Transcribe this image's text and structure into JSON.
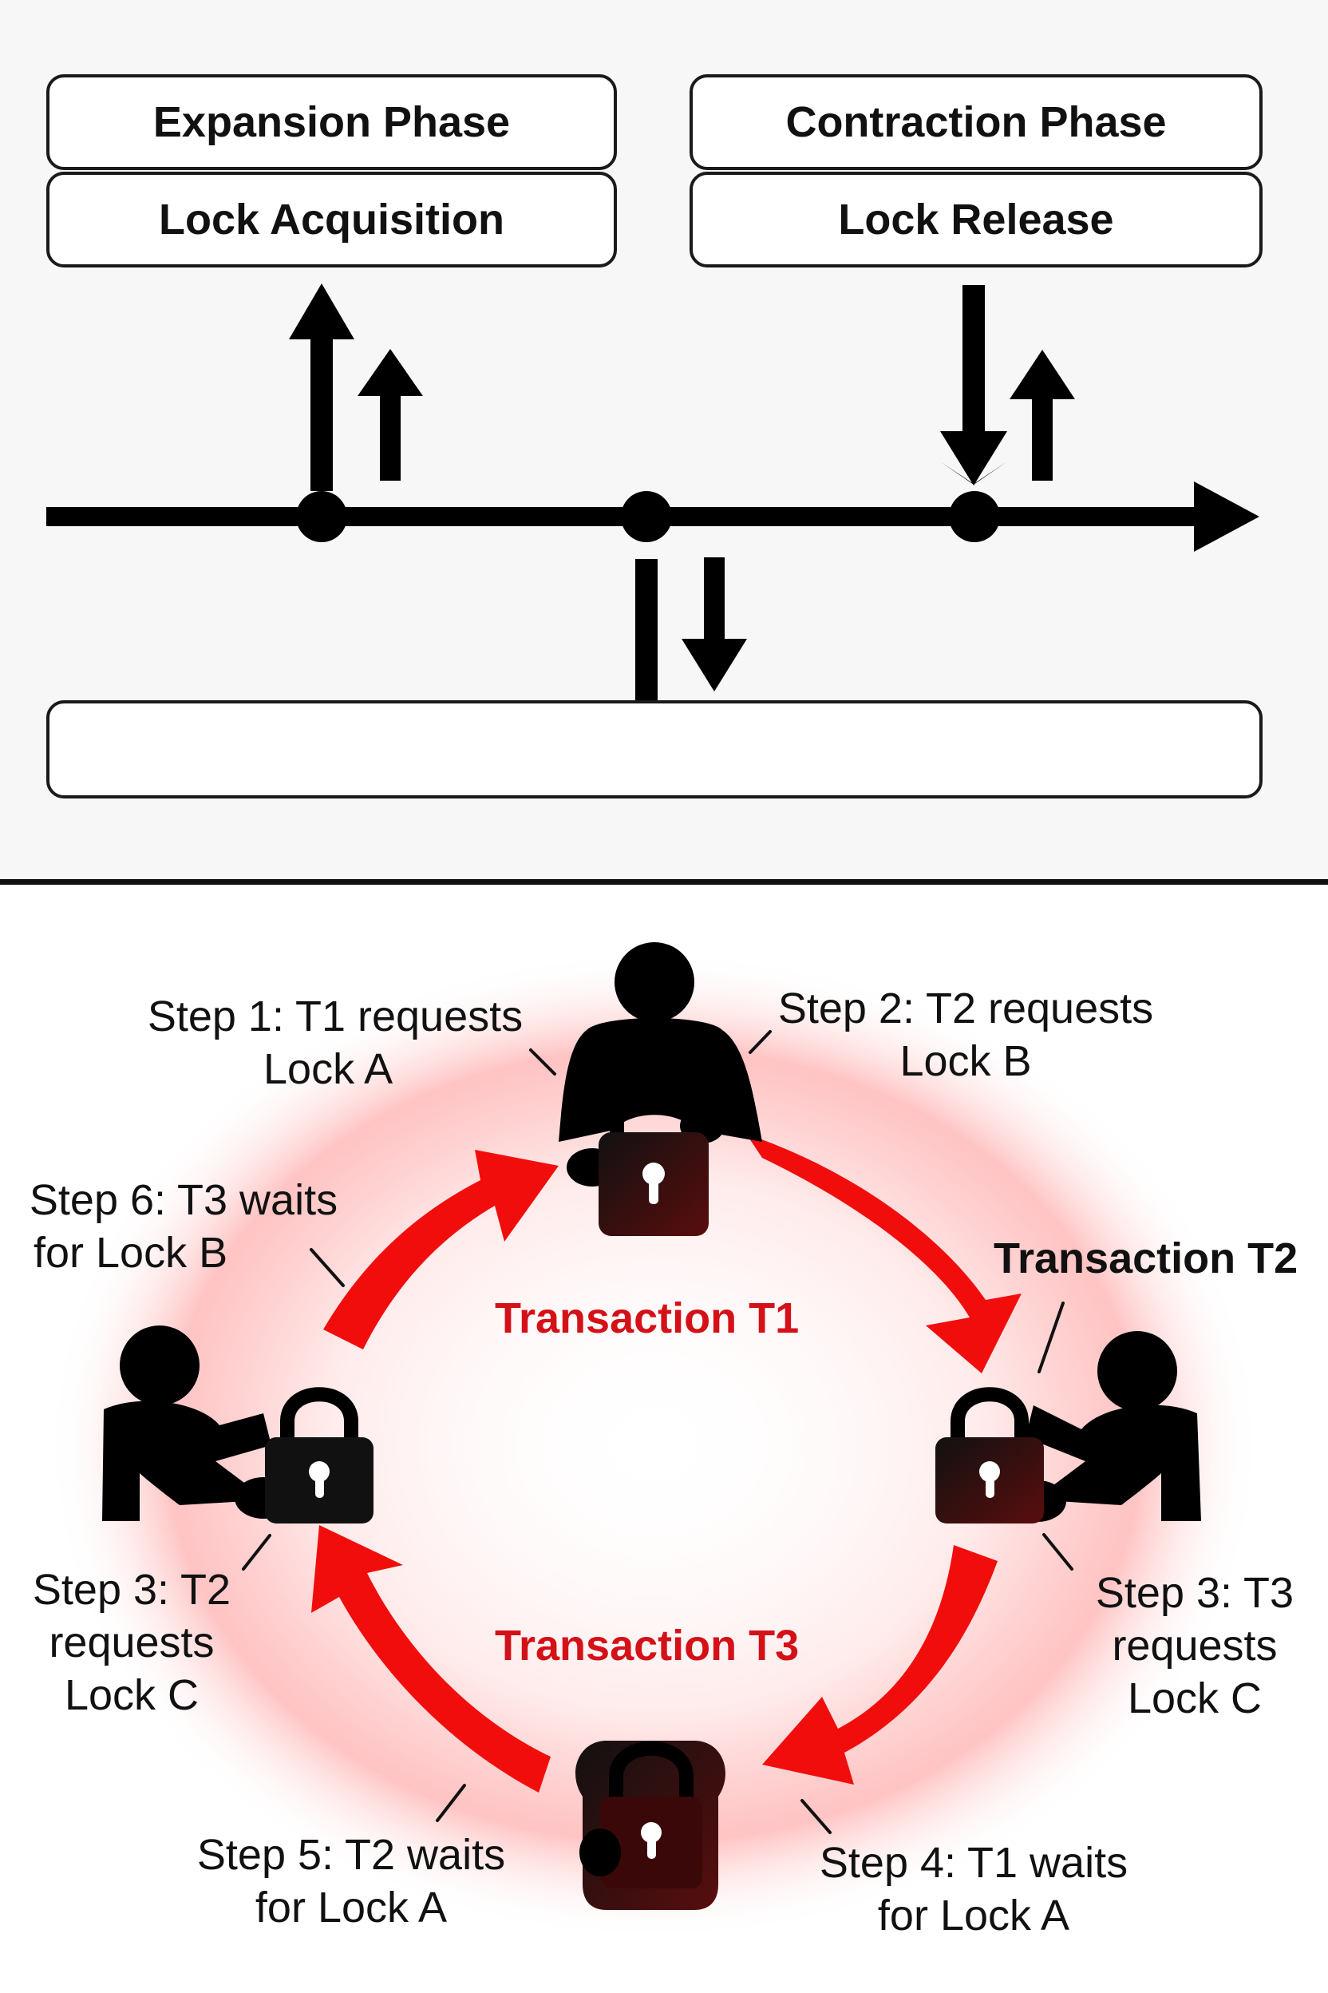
{
  "phases": {
    "expansion": {
      "title": "Expansion Phase",
      "subtitle": "Lock Acquisition"
    },
    "contraction": {
      "title": "Contraction Phase",
      "subtitle": "Lock Release"
    },
    "bottom_box": ""
  },
  "deadlock": {
    "transactions": {
      "t1": "Transaction T1",
      "t2": "Transaction T2",
      "t3": "Transaction T3"
    },
    "steps": {
      "step1": {
        "line1": "Step 1: T1 requests",
        "line2": "Lock A"
      },
      "step2": {
        "line1": "Step 2: T2 requests",
        "line2": "Lock B"
      },
      "step6": {
        "line1": "Step 6: T3 waits",
        "line2": "for Lock B"
      },
      "step3_left": {
        "line1": "Step 3: T2",
        "line2": "requests",
        "line3": "Lock C"
      },
      "step3_right": {
        "line1": "Step 3: T3",
        "line2": "requests",
        "line3": "Lock C"
      },
      "step5": {
        "line1": "Step 5: T2 waits",
        "line2": "for Lock A"
      },
      "step4": {
        "line1": "Step 4: T1 waits",
        "line2": "for Lock A"
      }
    }
  },
  "colors": {
    "cycle_arrow": "#f20d0d",
    "transaction_label": "#d41118",
    "ink": "#111111",
    "lock_gradient_dark": "#4a0a0a"
  },
  "icons": [
    "person-icon",
    "padlock-icon",
    "up-arrow-icon",
    "down-arrow-icon",
    "timeline-arrow-icon",
    "cycle-arrow-icon"
  ]
}
